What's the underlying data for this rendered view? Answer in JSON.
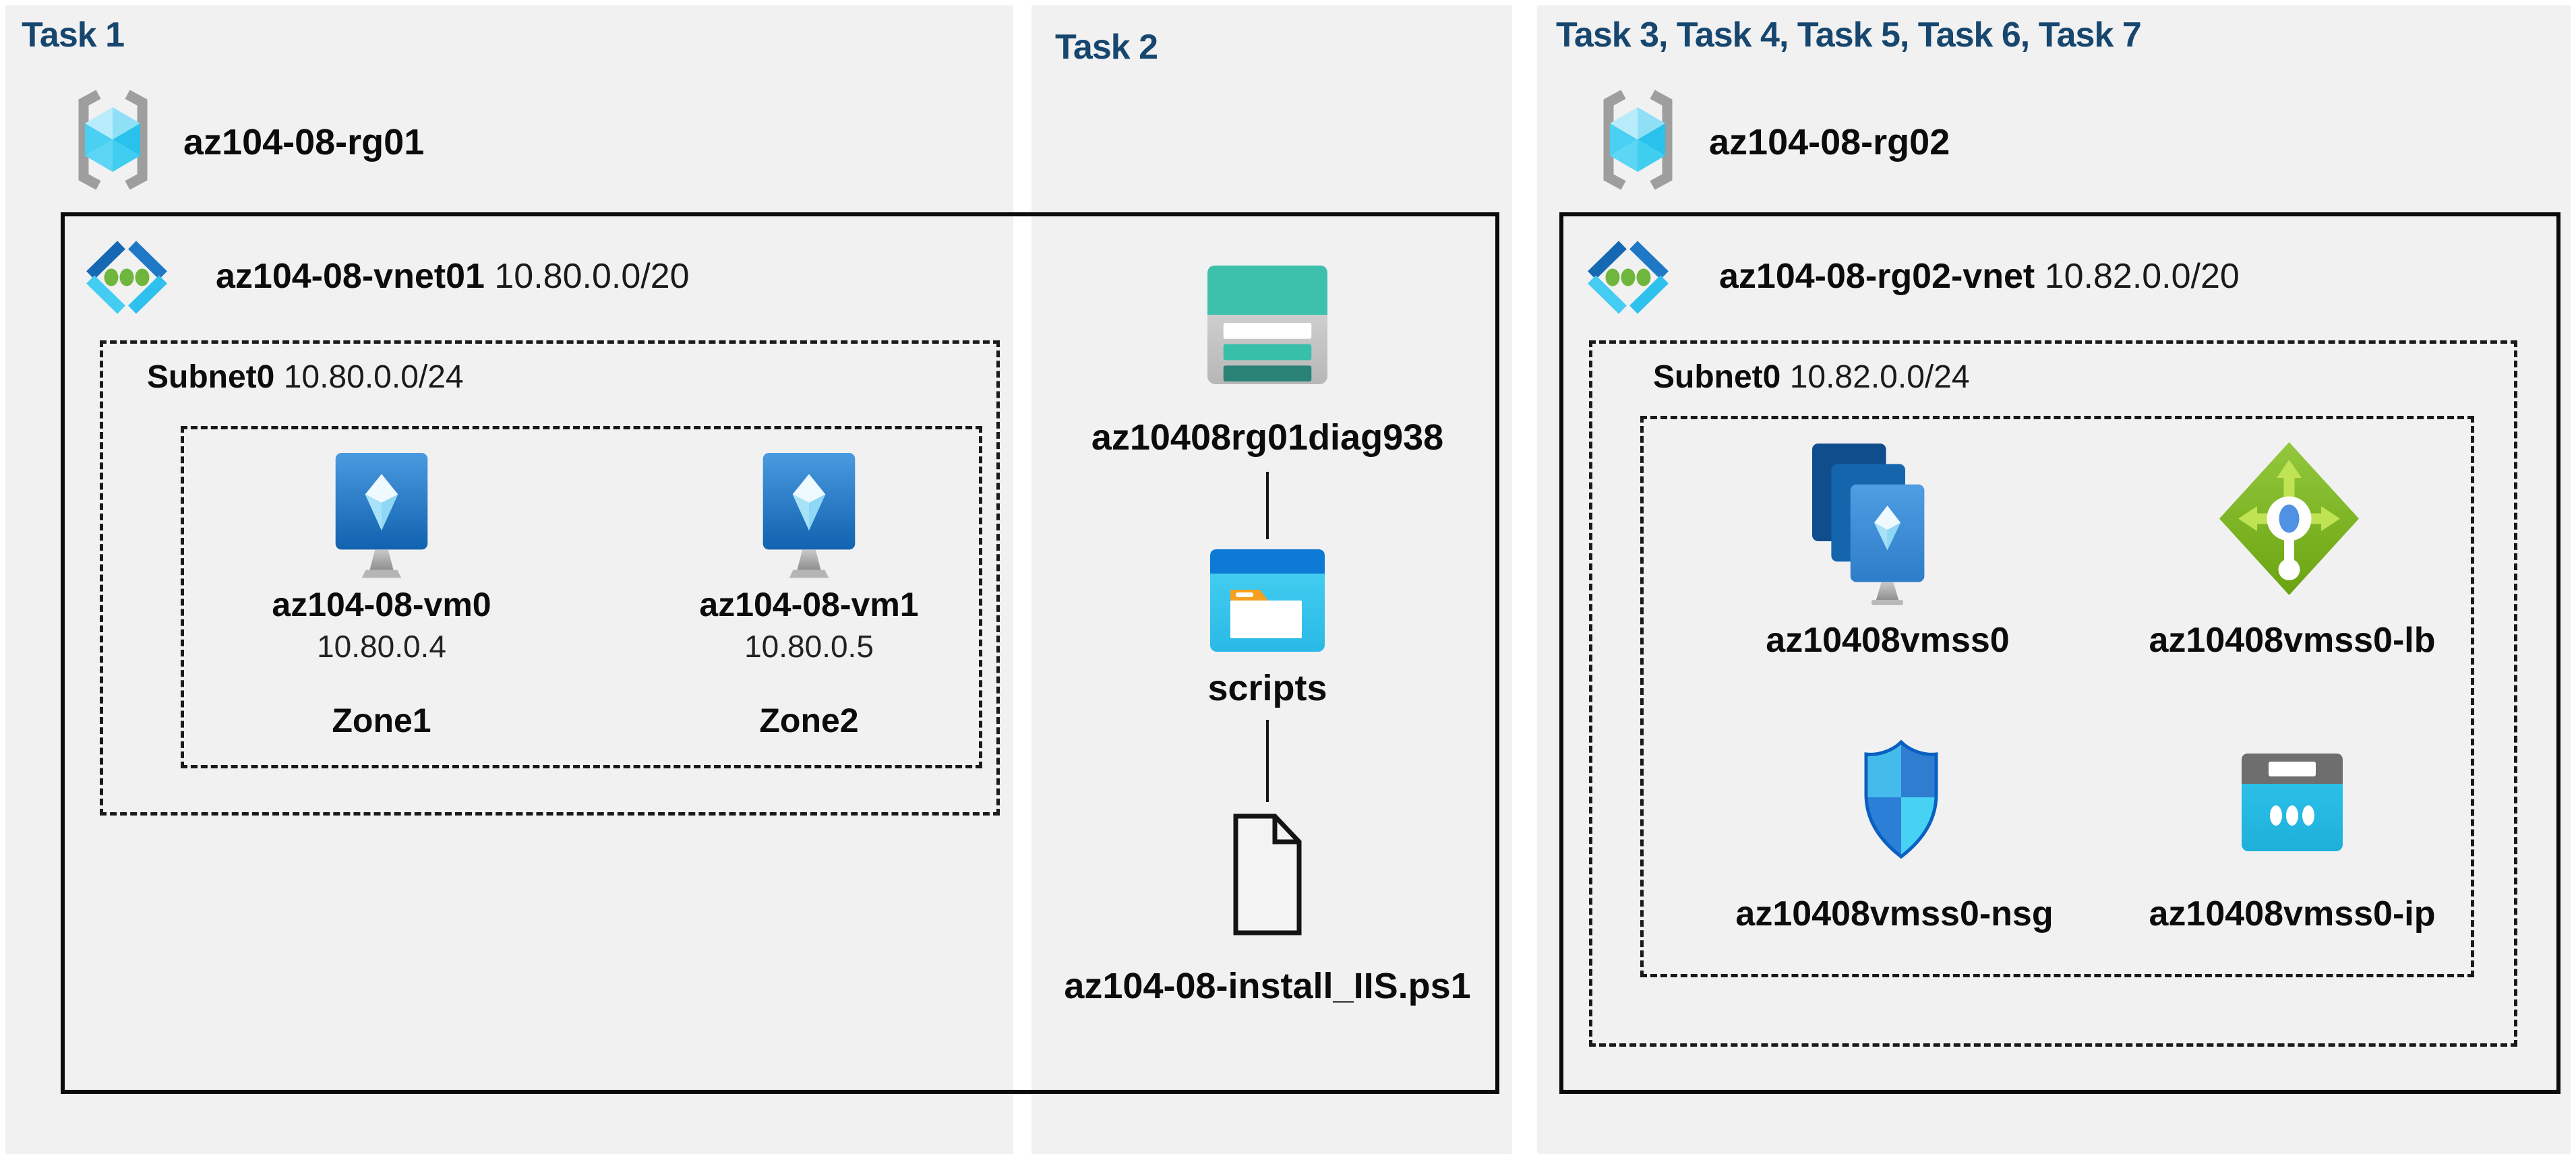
{
  "task1": {
    "title": "Task 1",
    "rg_name": "az104-08-rg01",
    "vnet_name": "az104-08-vnet01",
    "vnet_cidr": "10.80.0.0/20",
    "subnet_name": "Subnet0",
    "subnet_cidr": "10.80.0.0/24",
    "vm0": {
      "name": "az104-08-vm0",
      "ip": "10.80.0.4",
      "zone": "Zone1"
    },
    "vm1": {
      "name": "az104-08-vm1",
      "ip": "10.80.0.5",
      "zone": "Zone2"
    }
  },
  "task2": {
    "title": "Task 2",
    "storage_name": "az10408rg01diag938",
    "container_name": "scripts",
    "script_file": "az104-08-install_IIS.ps1"
  },
  "task3": {
    "title": "Task 3, Task 4, Task 5, Task 6, Task 7",
    "rg_name": "az104-08-rg02",
    "vnet_name": "az104-08-rg02-vnet",
    "vnet_cidr": "10.82.0.0/20",
    "subnet_name": "Subnet0",
    "subnet_cidr": "10.82.0.0/24",
    "vmss_name": "az10408vmss0",
    "lb_name": "az10408vmss0-lb",
    "nsg_name": "az10408vmss0-nsg",
    "ip_name": "az10408vmss0-ip"
  },
  "icons": {
    "resource-group-icon": "gray brackets around cyan cube",
    "virtual-network-icon": "blue chevrons with three green dots",
    "virtual-machine-icon": "blue monitor with crystal and stand",
    "storage-account-icon": "teal header table with stripes",
    "blob-container-icon": "blue window with orange/white folder",
    "script-file-icon": "outlined document with folded corner",
    "vmss-icon": "stack of three blue VM cards with stand",
    "load-balancer-icon": "green diamond with arrows and white dial",
    "nsg-icon": "four-quadrant blue shield",
    "public-ip-icon": "cyan card with gray top bar and three dots"
  },
  "colors": {
    "heading": "#17466e",
    "panel_background": "#f1f1f2",
    "outline_black": "#0b0b0b",
    "vnet_blue": "#1668b3",
    "vnet_cyan": "#44ccf2",
    "dot_green": "#70b63e",
    "vm_blue": "#1162af",
    "storage_teal": "#3ec1ac",
    "storage_teal_dark": "#2a8276",
    "folder_orange": "#f5a01e",
    "lb_green": "#7ab122",
    "shield_blue": "#2e7dd1",
    "ip_cyan": "#29c2e9",
    "bracket_gray": "#9e9e9e"
  }
}
